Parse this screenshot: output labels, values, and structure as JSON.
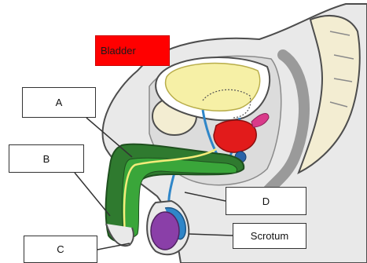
{
  "labels": {
    "a": "A",
    "b": "B",
    "c": "C",
    "d": "D",
    "bladder": "Bladder",
    "scrotum": "Scrotum"
  },
  "colors": {
    "bladder_fill": "#f6f0a6",
    "bladder_label_bg": "#ff0000",
    "prostate": "#e21b1b",
    "seminal_vesicle": "#d93a8a",
    "vas_deferens": "#2f86c8",
    "corpus_cavernosum": "#2f7a2f",
    "corpus_spongiosum": "#3aa63a",
    "bulbourethral_gland": "#2a63a8",
    "testis": "#8a3fa8",
    "epididymis": "#2f86c8",
    "bone": "#f3edd2",
    "tissue": "#e9e9e9",
    "outline": "#4d4d4d"
  }
}
